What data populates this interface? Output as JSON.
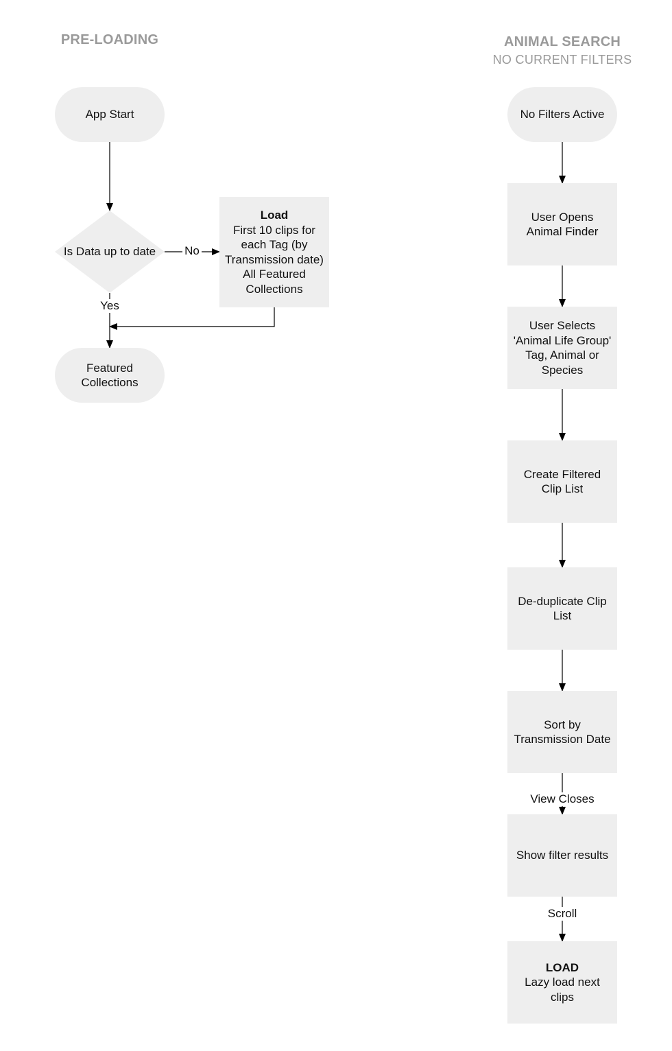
{
  "lanes": {
    "preloading": {
      "title": "PRE-LOADING"
    },
    "animal_search": {
      "title": "ANIMAL SEARCH",
      "subtitle": "NO CURRENT FILTERS"
    }
  },
  "nodes": {
    "app_start": "App Start",
    "is_data_up_to_date": "Is Data up to date",
    "load_title": "Load",
    "load_line1": "First 10 clips for each Tag (by Transmission date)",
    "load_line2": "All Featured Collections",
    "featured_collections": "Featured Collections",
    "no_filters_active": "No Filters Active",
    "user_opens_animal_finder": "User Opens Animal Finder",
    "user_selects_tag": "User Selects 'Animal Life Group' Tag, Animal or Species",
    "create_filtered_clip_list": "Create Filtered Clip List",
    "deduplicate_clip_list": "De-duplicate Clip List",
    "sort_by_transmission_date": "Sort by Transmission Date",
    "show_filter_results": "Show filter results",
    "lazy_load_title": "LOAD",
    "lazy_load_text": "Lazy load next clips"
  },
  "edge_labels": {
    "no": "No",
    "yes": "Yes",
    "view_closes": "View Closes",
    "scroll": "Scroll"
  },
  "colors": {
    "node_fill": "#eeeeee",
    "heading": "#9a9a9a",
    "line": "#000000"
  }
}
